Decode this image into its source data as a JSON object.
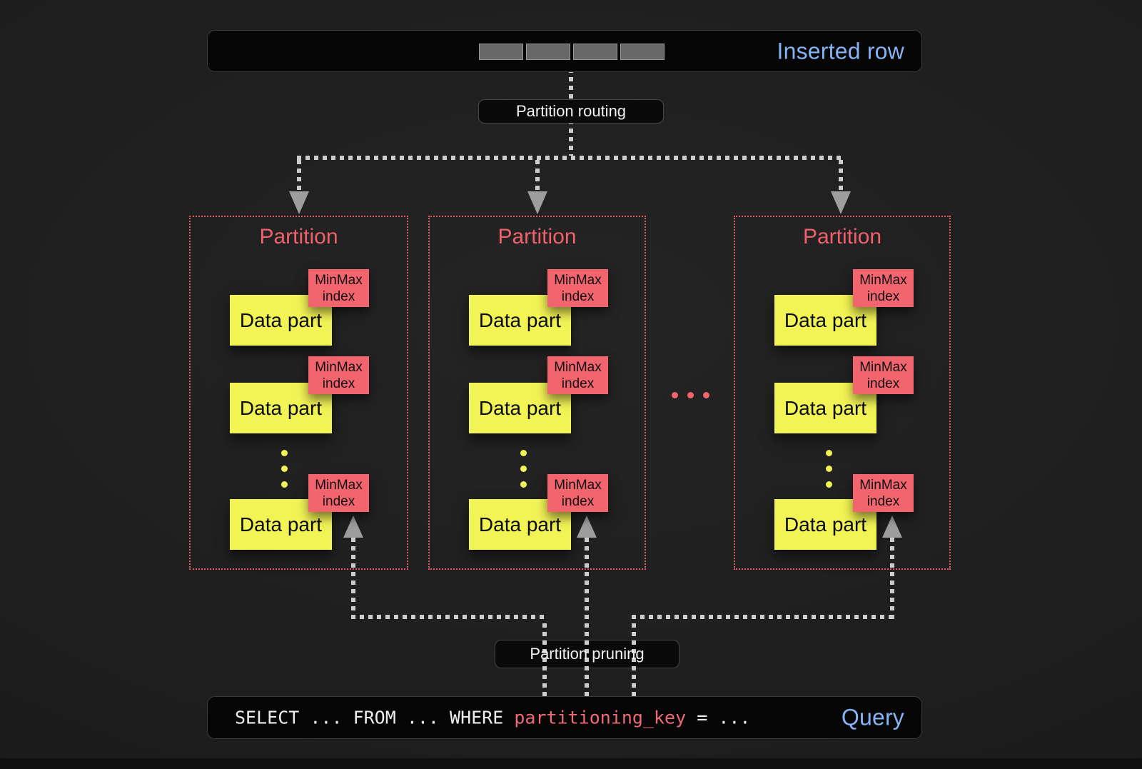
{
  "inserted_row": {
    "label": "Inserted row",
    "cell_count": 4
  },
  "routing_label": "Partition routing",
  "pruning_label": "Partition pruning",
  "partitions": [
    {
      "title": "Partition",
      "parts": [
        {
          "box": "Data part",
          "tag": "MinMax\nindex"
        },
        {
          "box": "Data part",
          "tag": "MinMax\nindex"
        },
        {
          "box": "Data part",
          "tag": "MinMax\nindex"
        }
      ]
    },
    {
      "title": "Partition",
      "parts": [
        {
          "box": "Data part",
          "tag": "MinMax\nindex"
        },
        {
          "box": "Data part",
          "tag": "MinMax\nindex"
        },
        {
          "box": "Data part",
          "tag": "MinMax\nindex"
        }
      ]
    },
    {
      "title": "Partition",
      "parts": [
        {
          "box": "Data part",
          "tag": "MinMax\nindex"
        },
        {
          "box": "Data part",
          "tag": "MinMax\nindex"
        },
        {
          "box": "Data part",
          "tag": "MinMax\nindex"
        }
      ]
    }
  ],
  "query": {
    "prefix": "SELECT ... FROM ... WHERE ",
    "key": "partitioning_key",
    "suffix": " = ...",
    "label": "Query"
  },
  "colors": {
    "accent_blue": "#85b3f3",
    "accent_red": "#f2646e",
    "accent_yellow": "#f2f355",
    "connector_gray": "#cdcdcd",
    "partition_border": "#e25762",
    "bar_background": "#060606"
  }
}
